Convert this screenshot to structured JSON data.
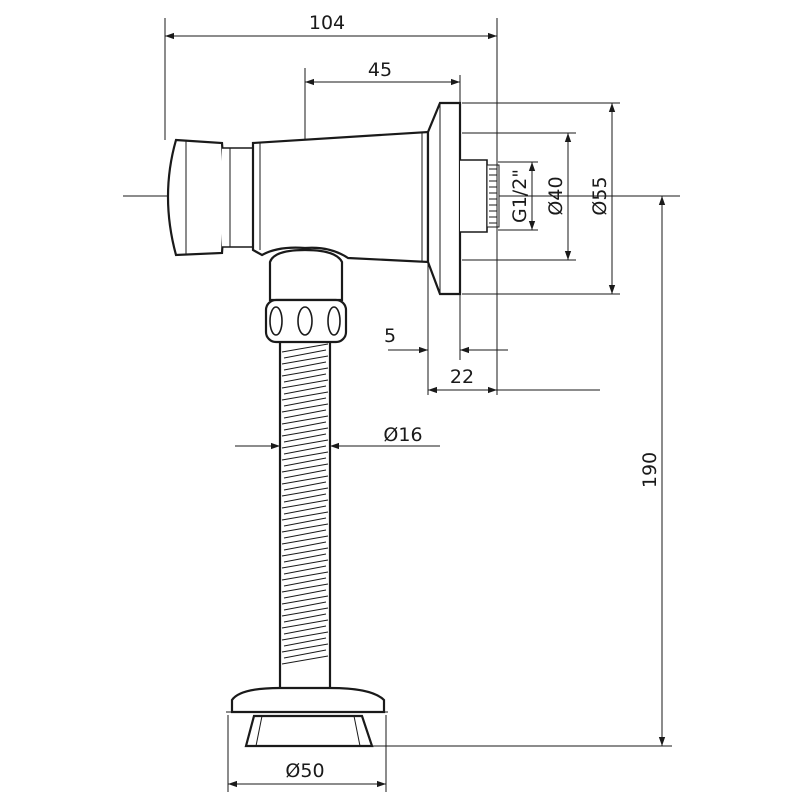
{
  "drawing": {
    "dimensions": {
      "overall_length": "104",
      "axis_to_flange": "45",
      "flange_gap": "5",
      "flange_depth": "22",
      "hose_diameter": "Ø16",
      "thread_size": "G1/2\"",
      "inlet_diameter": "Ø40",
      "flange_diameter": "Ø55",
      "total_height": "190",
      "base_diameter": "Ø50"
    },
    "colors": {
      "line": "#1a1a1a",
      "background": "#ffffff"
    }
  }
}
